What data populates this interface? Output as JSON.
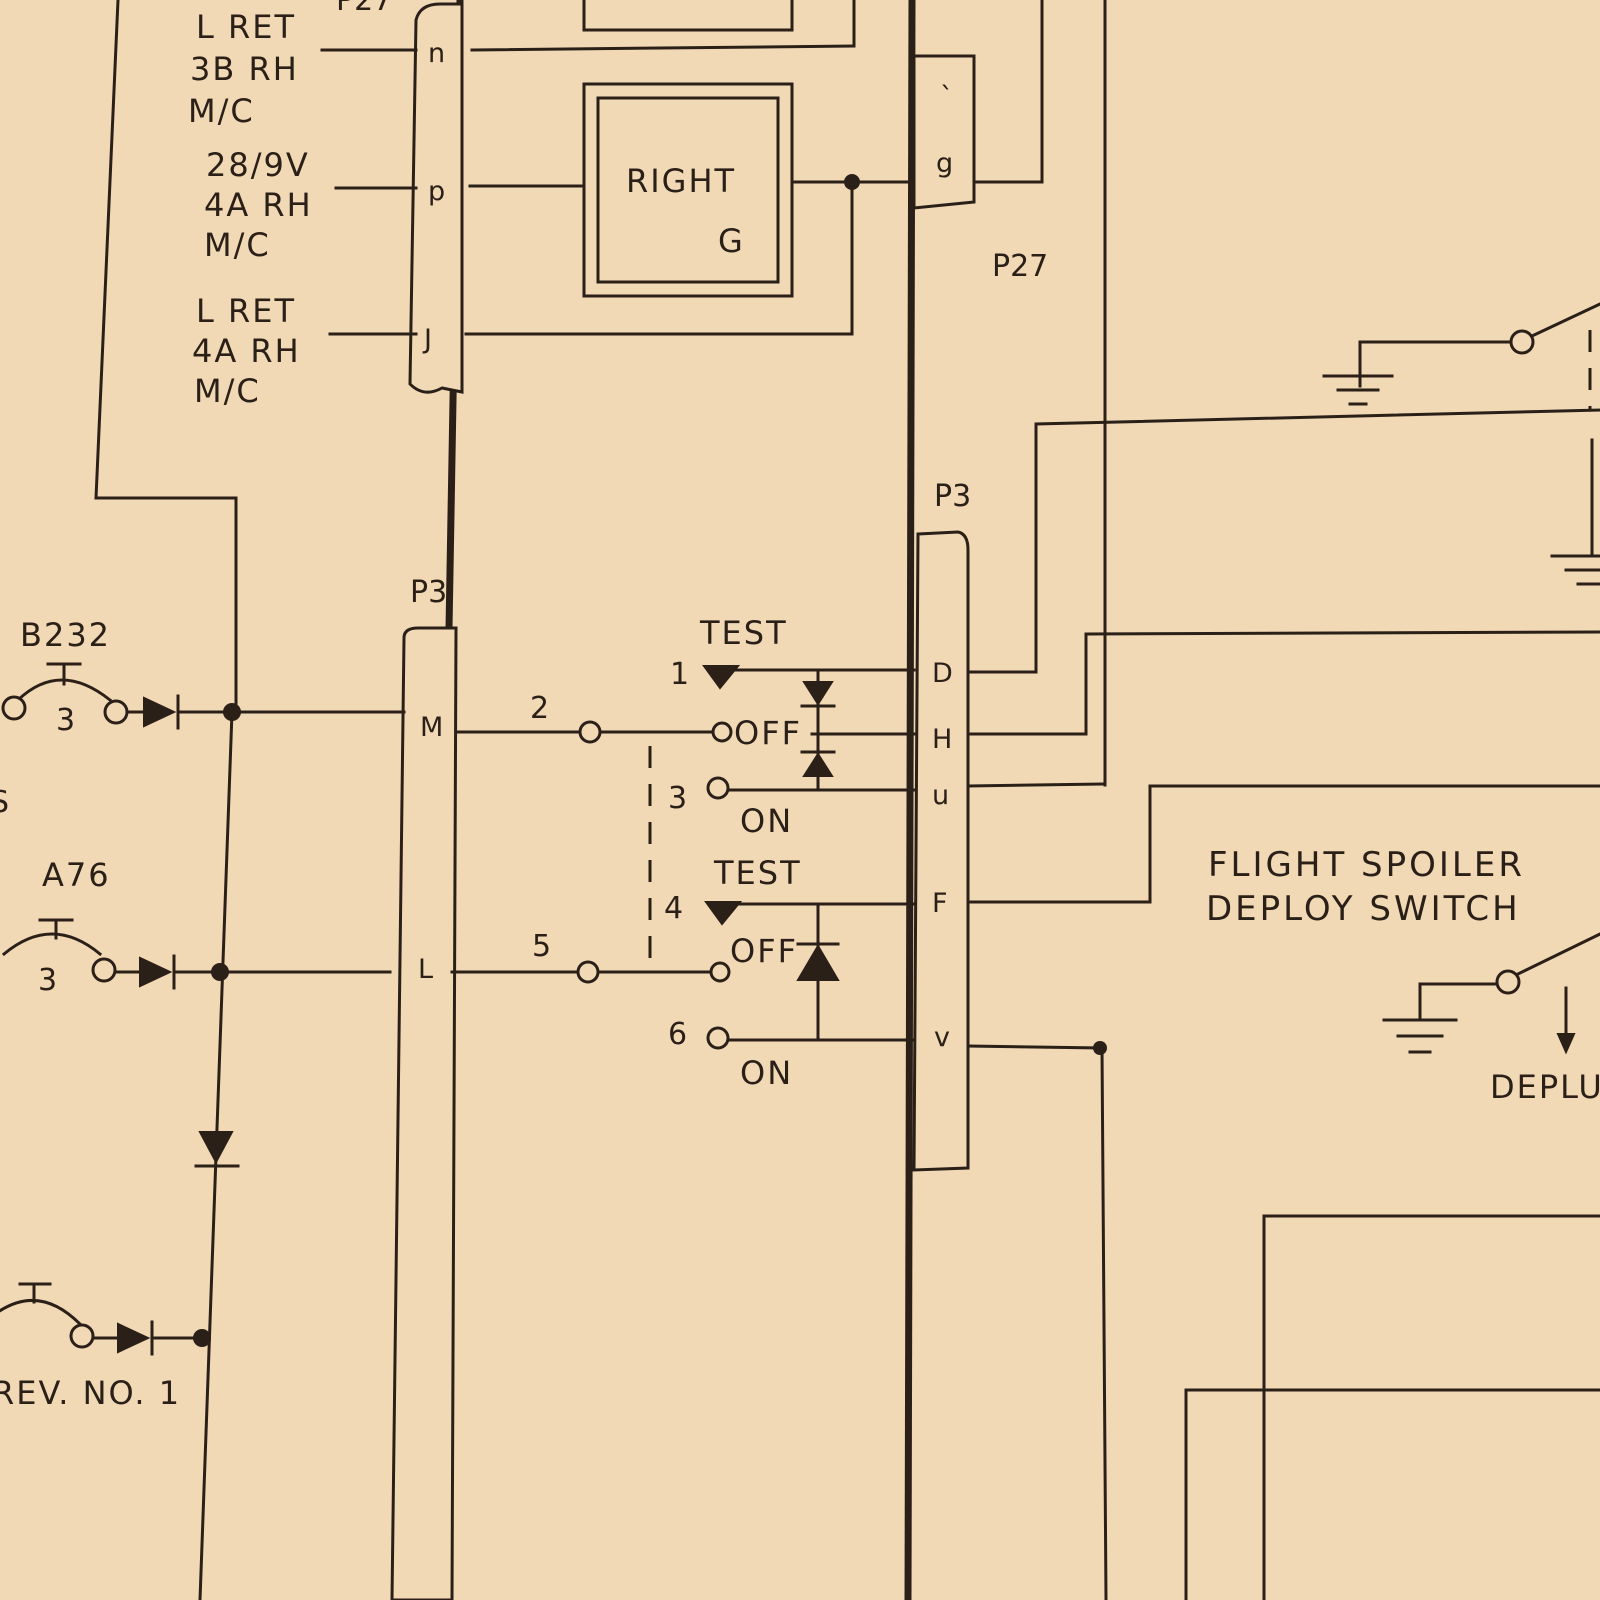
{
  "connectors": {
    "p27_top_fragment": "P27",
    "p27": "P27",
    "p3_left": "P3",
    "p3_right": "P3"
  },
  "pins": {
    "left_upper": [
      "n",
      "p",
      "J"
    ],
    "left_lower": [
      "M",
      "L"
    ],
    "right_upper": [
      "`",
      "g"
    ],
    "right_lower": [
      "D",
      "H",
      "u",
      "F",
      "v"
    ]
  },
  "left_labels": [
    [
      "L RET",
      "3B RH",
      "M/C"
    ],
    [
      "28/9V",
      "4A RH",
      "M/C"
    ],
    [
      "L RET",
      "4A RH",
      "M/C"
    ]
  ],
  "indicator": {
    "line1": "RIGHT",
    "line2": "G"
  },
  "breakers": {
    "b232": {
      "name": "B232",
      "rating": "3"
    },
    "a76": {
      "name": "A76",
      "rating": "3"
    },
    "rev_label": "REV. NO. 1"
  },
  "switch": {
    "positions": [
      "TEST",
      "OFF",
      "ON",
      "TEST",
      "OFF",
      "ON"
    ],
    "terminals": [
      "1",
      "2",
      "3",
      "4",
      "5",
      "6"
    ]
  },
  "fragments": {
    "left_edge_s": "S",
    "deploy_fragment": "DEPLU"
  },
  "title": {
    "line1": "FLIGHT SPOILER",
    "line2": "DEPLOY SWITCH"
  }
}
